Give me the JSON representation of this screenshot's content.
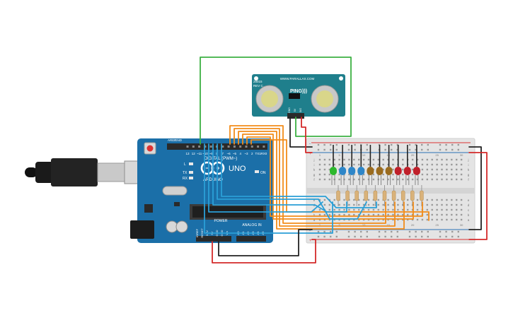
{
  "canvas": {
    "background": "#ffffff"
  },
  "arduino": {
    "brand": "ARDUINO",
    "model": "UNO",
    "digital_label": "DIGITAL (PWM~)",
    "power_label": "POWER",
    "analog_label": "ANALOG IN",
    "on_label": "ON",
    "tx_label": "TX",
    "rx_label": "RX",
    "l_label": "L",
    "aref_label": "AREF",
    "gnd_label": "GND",
    "digital_pins": [
      "13",
      "12",
      "~11",
      "~10",
      "~9",
      "8",
      "7",
      "~6",
      "~5",
      "4",
      "~3",
      "2",
      "TX1",
      "RX0"
    ],
    "power_pins": [
      "IOREF",
      "RESET",
      "3.3V",
      "5V",
      "GND",
      "GND",
      "Vin"
    ],
    "analog_pins": [
      "A0",
      "A1",
      "A2",
      "A3",
      "A4",
      "A5"
    ],
    "board_color": "#1b6fa8"
  },
  "sensor": {
    "name": "PING)))",
    "brand": "WWW.PARALLAX.COM",
    "part": "28015",
    "rev": "REV C",
    "pins": [
      "GND",
      "5V",
      "SIG"
    ],
    "board_color": "#1f7f8c"
  },
  "breadboard": {
    "row_letters_top": [
      "j",
      "i",
      "h",
      "g",
      "f"
    ],
    "row_letters_bottom": [
      "e",
      "d",
      "c",
      "b",
      "a"
    ],
    "column_numbers": [
      "1",
      "5",
      "10",
      "15",
      "20",
      "25",
      "30"
    ],
    "rail_plus": "+",
    "rail_minus": "-"
  },
  "leds": [
    {
      "color": "#2db82d"
    },
    {
      "color": "#2e86c8"
    },
    {
      "color": "#2e86c8"
    },
    {
      "color": "#2e86c8"
    },
    {
      "color": "#9a6b1e"
    },
    {
      "color": "#9a6b1e"
    },
    {
      "color": "#9a6b1e"
    },
    {
      "color": "#c0202a"
    },
    {
      "color": "#c0202a"
    },
    {
      "color": "#c0202a"
    }
  ],
  "wire_colors": {
    "green": "#3cb043",
    "orange": "#f28c1a",
    "blue": "#2a9fd6",
    "red": "#d42a2a",
    "black": "#222222"
  }
}
